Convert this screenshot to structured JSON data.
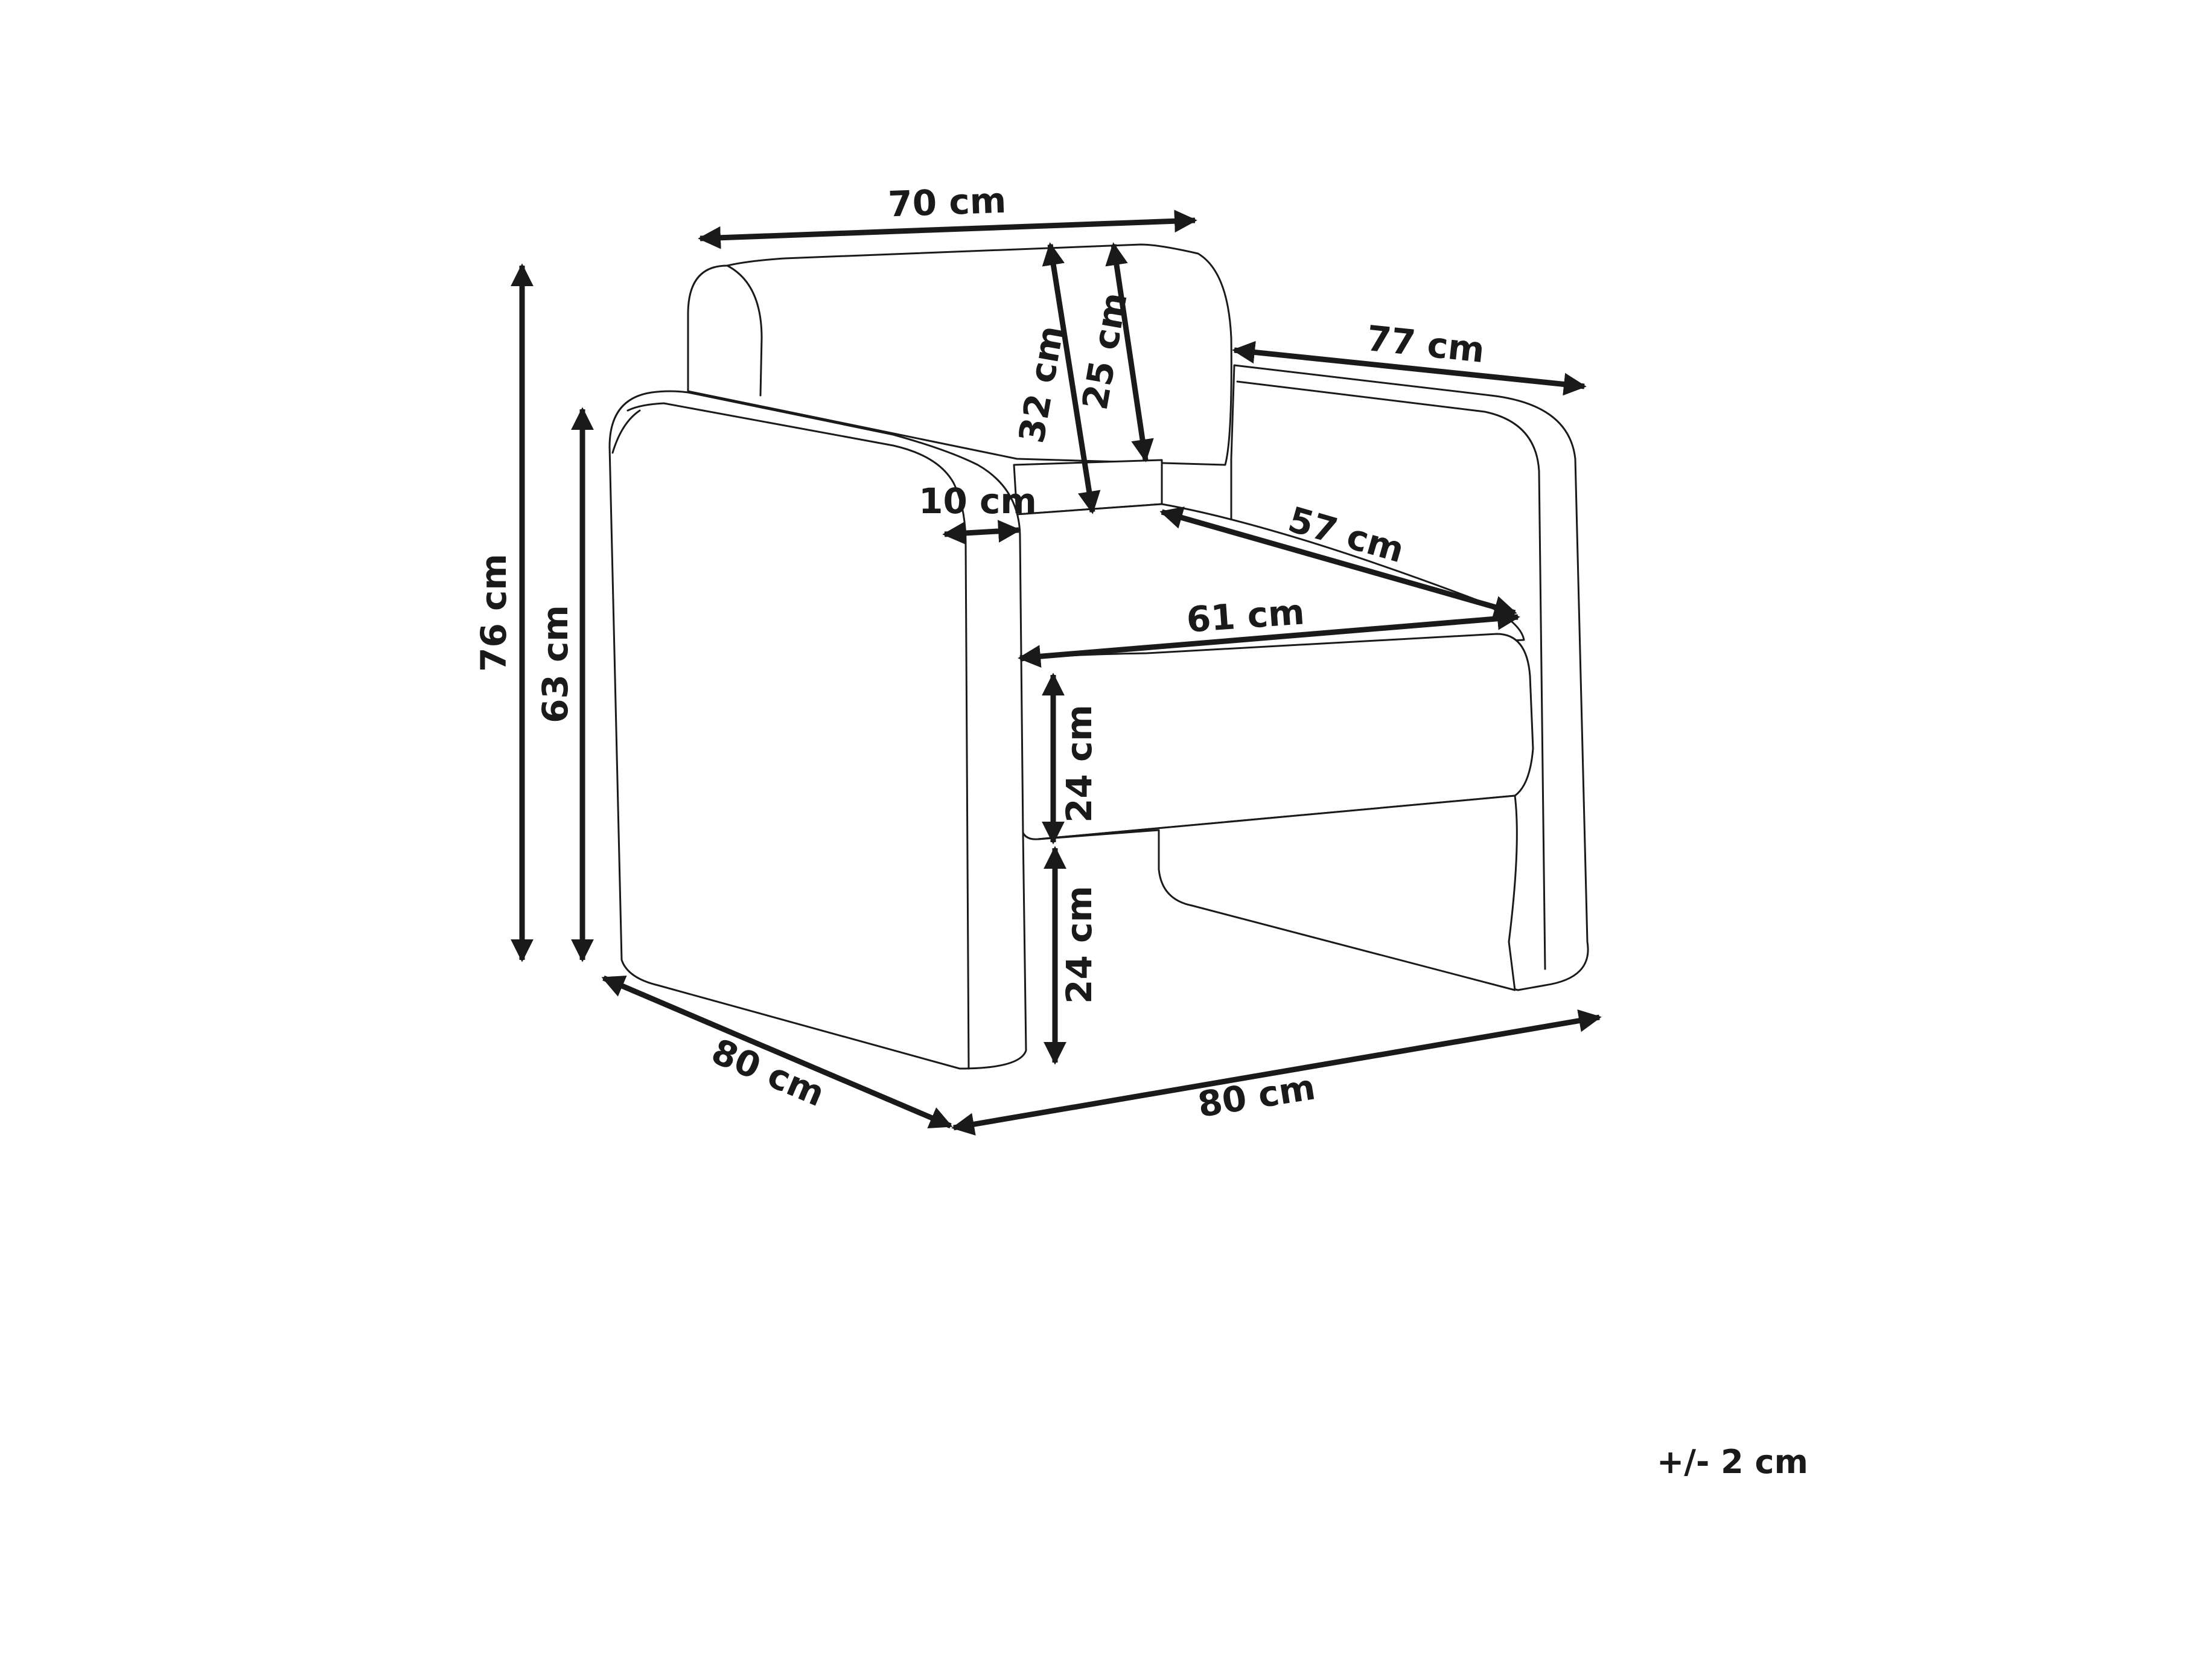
{
  "dimensions": {
    "backrest_width": "70 cm",
    "backrest_height_outer": "32 cm",
    "backrest_height_inner": "25 cm",
    "side_depth": "77 cm",
    "total_height": "76 cm",
    "armrest_height": "63 cm",
    "armrest_width": "10 cm",
    "seat_depth": "57 cm",
    "seat_width": "61 cm",
    "seat_cushion_height": "24 cm",
    "seat_height_from_floor": "24 cm",
    "depth": "80 cm",
    "width": "80 cm"
  },
  "tolerance": "+/- 2 cm"
}
